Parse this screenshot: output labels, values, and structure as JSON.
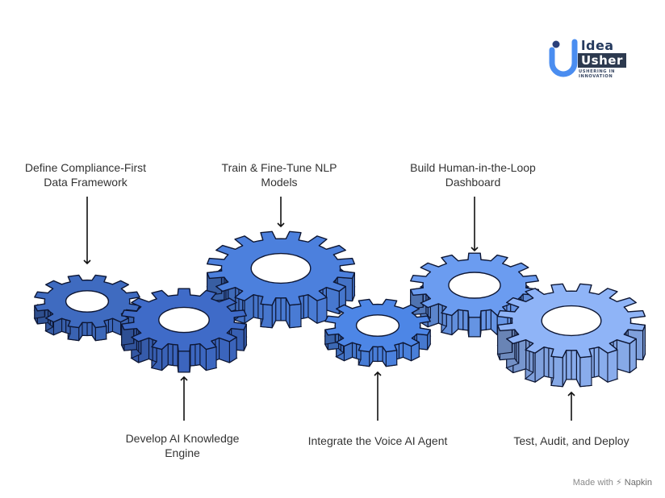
{
  "logo": {
    "word1": "ldea",
    "word2": "Usher",
    "tagline": "USHERING IN INNOVATION"
  },
  "steps": [
    {
      "lines": [
        "Define Compliance-First",
        "Data Framework"
      ]
    },
    {
      "lines": [
        "Develop AI Knowledge",
        "Engine"
      ]
    },
    {
      "lines": [
        "Train & Fine-Tune NLP",
        "Models"
      ]
    },
    {
      "lines": [
        "Integrate the Voice AI Agent"
      ]
    },
    {
      "lines": [
        "Build Human-in-the-Loop",
        "Dashboard"
      ]
    },
    {
      "lines": [
        "Test, Audit, and Deploy"
      ]
    }
  ],
  "footer": {
    "made_with": "Made with",
    "brand": "Napkin"
  },
  "colors": {
    "gear1": "#3f6bc0",
    "gear2": "#3f6bc8",
    "gear3": "#4c80dd",
    "gear4": "#4d86e6",
    "gear5": "#6b9cf0",
    "gear6": "#8fb4f7",
    "outline": "#0d1633",
    "text": "#333333"
  }
}
